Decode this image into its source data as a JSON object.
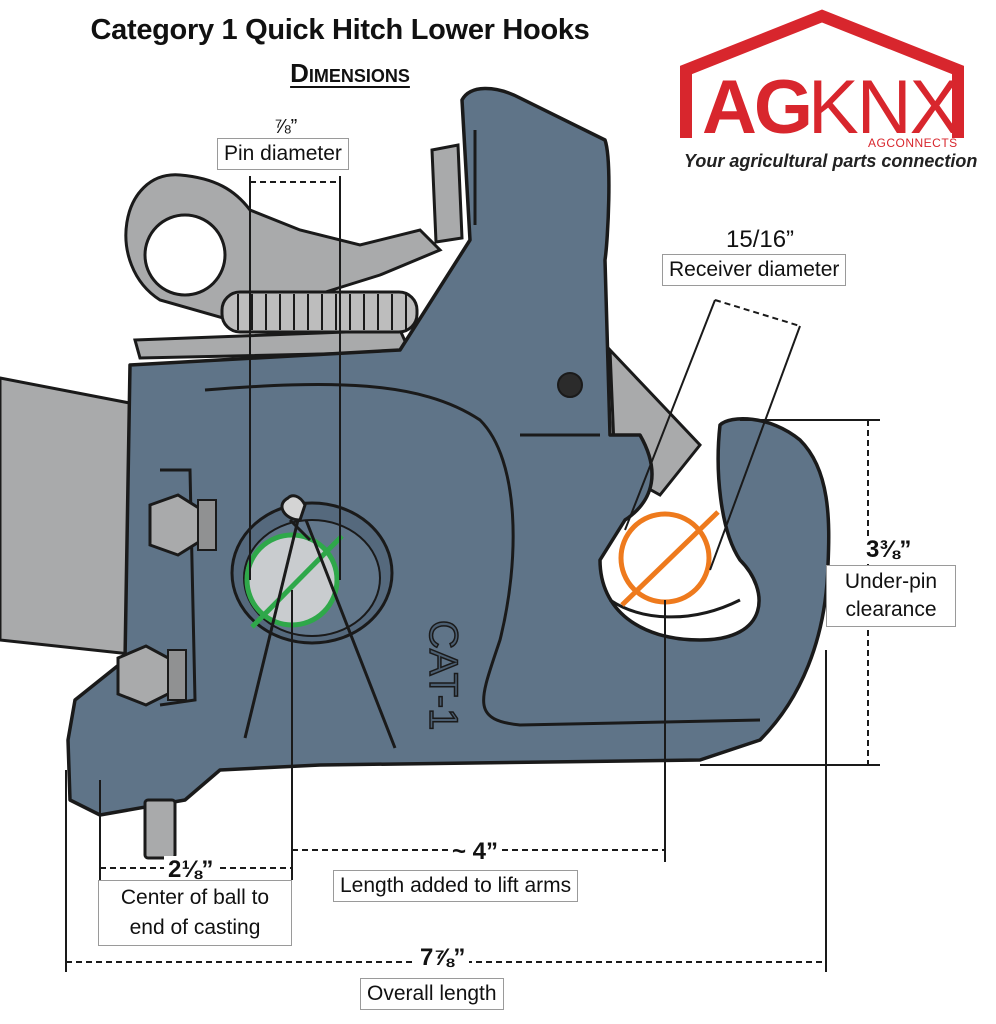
{
  "title": "Category 1 Quick Hitch Lower Hooks",
  "subtitle": "Dimensions",
  "logo": {
    "brand_ag": "AG",
    "brand_knx": "KNX",
    "brand_sub": "AGCONNECTS",
    "tagline": "Your agricultural parts connection",
    "color": "#d8262d"
  },
  "casting_mark": "CAT-1",
  "dimensions": {
    "pin_diameter": {
      "value": "⅞”",
      "label": "Pin diameter",
      "color": "#2fa84a"
    },
    "receiver_diameter": {
      "value": "15/16”",
      "label": "Receiver diameter",
      "color": "#ee7a1d"
    },
    "under_pin_clearance": {
      "value": "3⅜”",
      "label": "Under-pin clearance"
    },
    "center_to_end": {
      "value": "2⅛”",
      "label": "Center of ball to end of casting"
    },
    "length_added": {
      "value": "~ 4”",
      "label": "Length added to lift arms"
    },
    "overall_length": {
      "value": "7⅞”",
      "label": "Overall length"
    }
  },
  "colors": {
    "casting": "#5f7488",
    "casting_dark": "#3e4f60",
    "steel": "#a9aaab",
    "outline": "#1a1a1a"
  }
}
